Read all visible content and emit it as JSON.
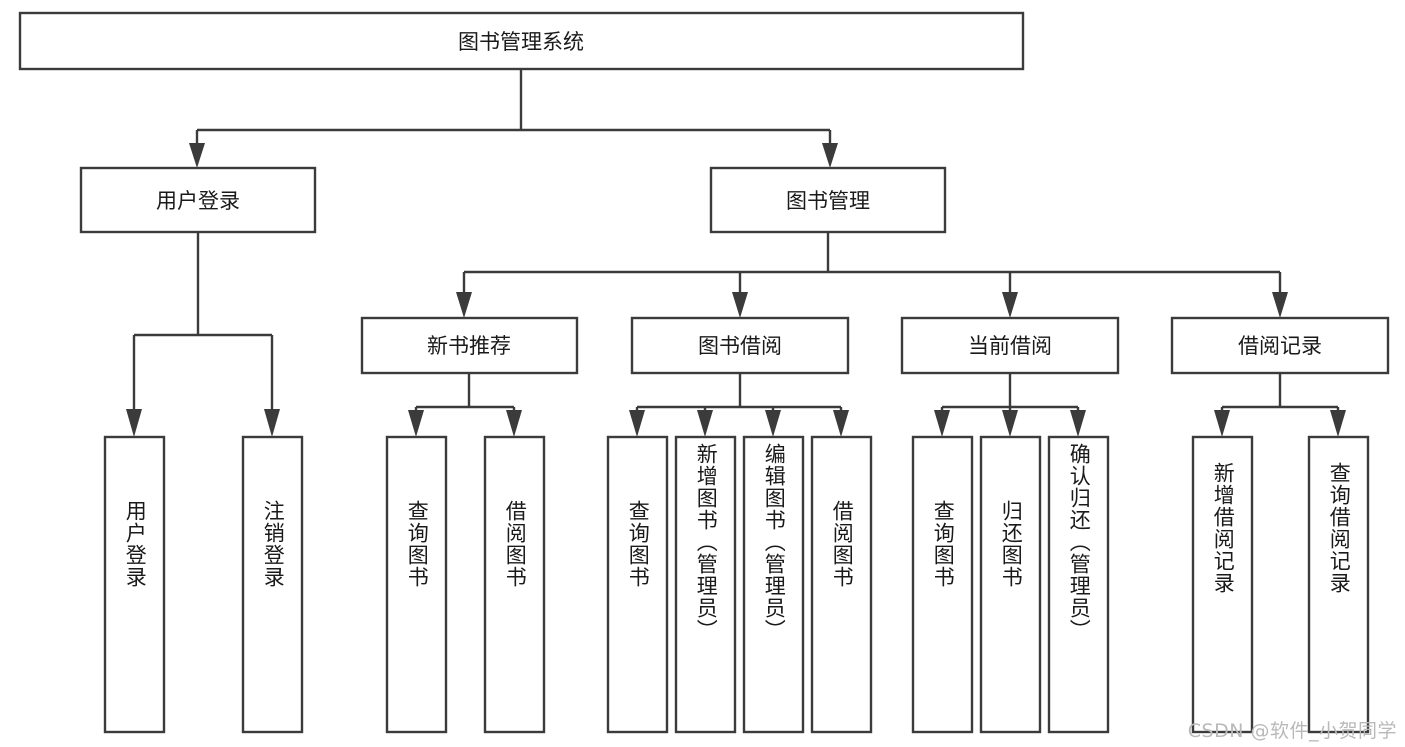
{
  "diagram": {
    "title": "图书管理系统",
    "watermark": "CSDN @软件_小贺同学",
    "colors": {
      "stroke": "#3b3b3b",
      "text": "#1a1a1a",
      "background": "#ffffff",
      "watermark": "#b9b9b9"
    },
    "levels": {
      "root": {
        "label": "图书管理系统"
      },
      "level2": [
        {
          "label": "用户登录"
        },
        {
          "label": "图书管理"
        }
      ],
      "level3": [
        {
          "label": "新书推荐"
        },
        {
          "label": "图书借阅"
        },
        {
          "label": "当前借阅"
        },
        {
          "label": "借阅记录"
        }
      ],
      "leaves": {
        "user_login": [
          {
            "label": "用户登录"
          },
          {
            "label": "注销登录"
          }
        ],
        "new_book": [
          {
            "label": "查询图书"
          },
          {
            "label": "借阅图书"
          }
        ],
        "book_borrow": [
          {
            "label": "查询图书"
          },
          {
            "label": "新增图书（管理员）"
          },
          {
            "label": "编辑图书（管理员）"
          },
          {
            "label": "借阅图书"
          }
        ],
        "current_borrow": [
          {
            "label": "查询图书"
          },
          {
            "label": "归还图书"
          },
          {
            "label": "确认归还（管理员）"
          }
        ],
        "borrow_record": [
          {
            "label": "新增借阅记录"
          },
          {
            "label": "查询借阅记录"
          }
        ]
      }
    }
  }
}
